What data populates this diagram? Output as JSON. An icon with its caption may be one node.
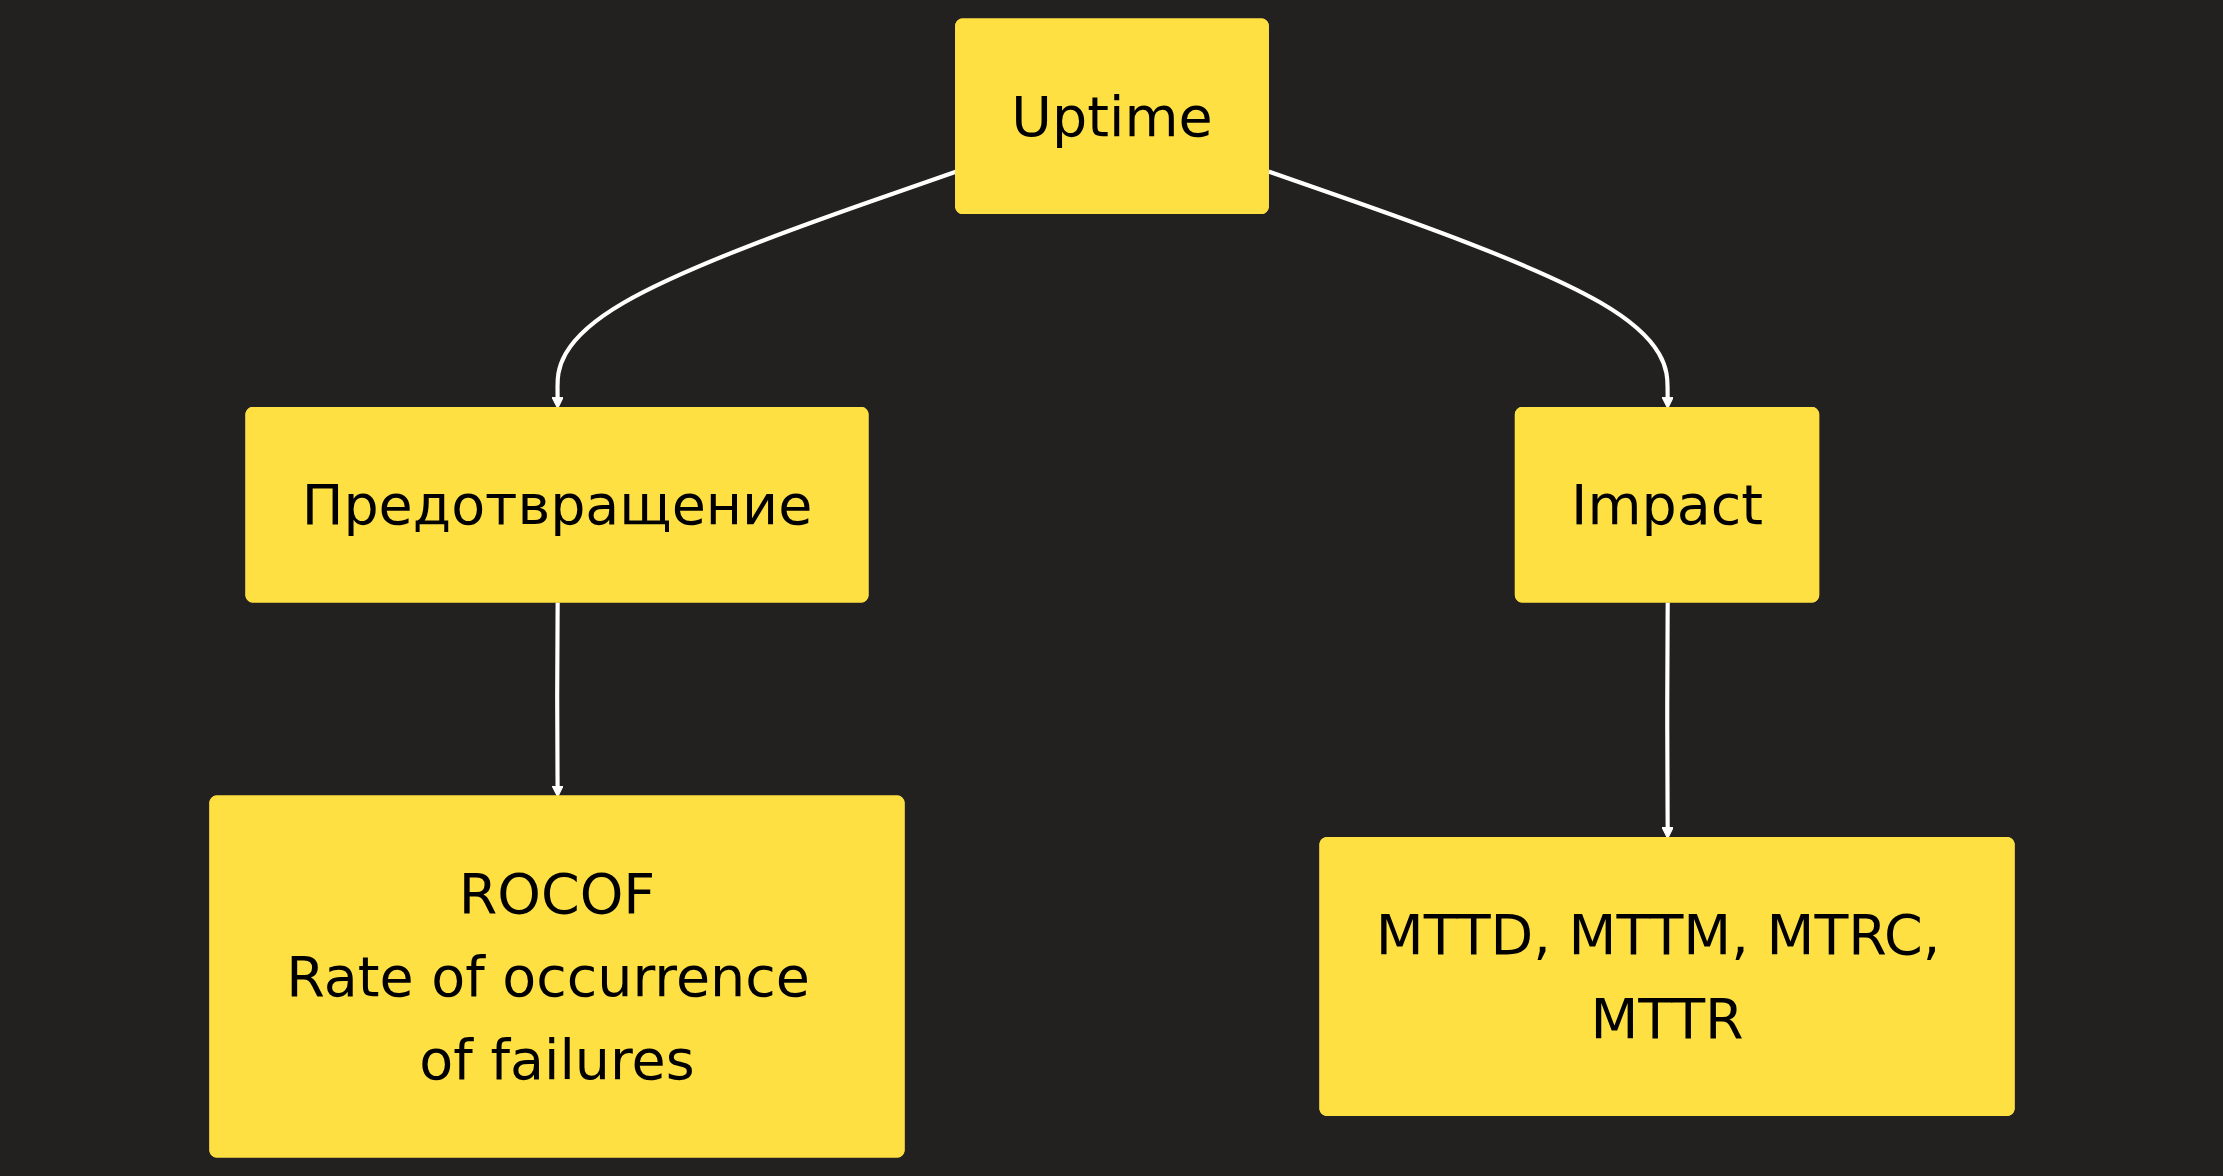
{
  "diagram": {
    "nodes": [
      {
        "text": [
          "Uptime"
        ]
      },
      {
        "text": [
          "Предотвращение"
        ]
      },
      {
        "text": [
          "Impact"
        ]
      },
      {
        "text": [
          "ROCOF",
          "Rate of occurrence of failures"
        ]
      },
      {
        "text": [
          "MTTD, MTTM, MTRC, MTTR"
        ]
      }
    ],
    "edges": [
      {
        "from": 0,
        "to": 1,
        "arrow": "to"
      },
      {
        "from": 0,
        "to": 2,
        "arrow": "to"
      },
      {
        "from": 1,
        "to": 3,
        "arrow": "to"
      },
      {
        "from": 2,
        "to": 4,
        "arrow": "to"
      }
    ]
  }
}
